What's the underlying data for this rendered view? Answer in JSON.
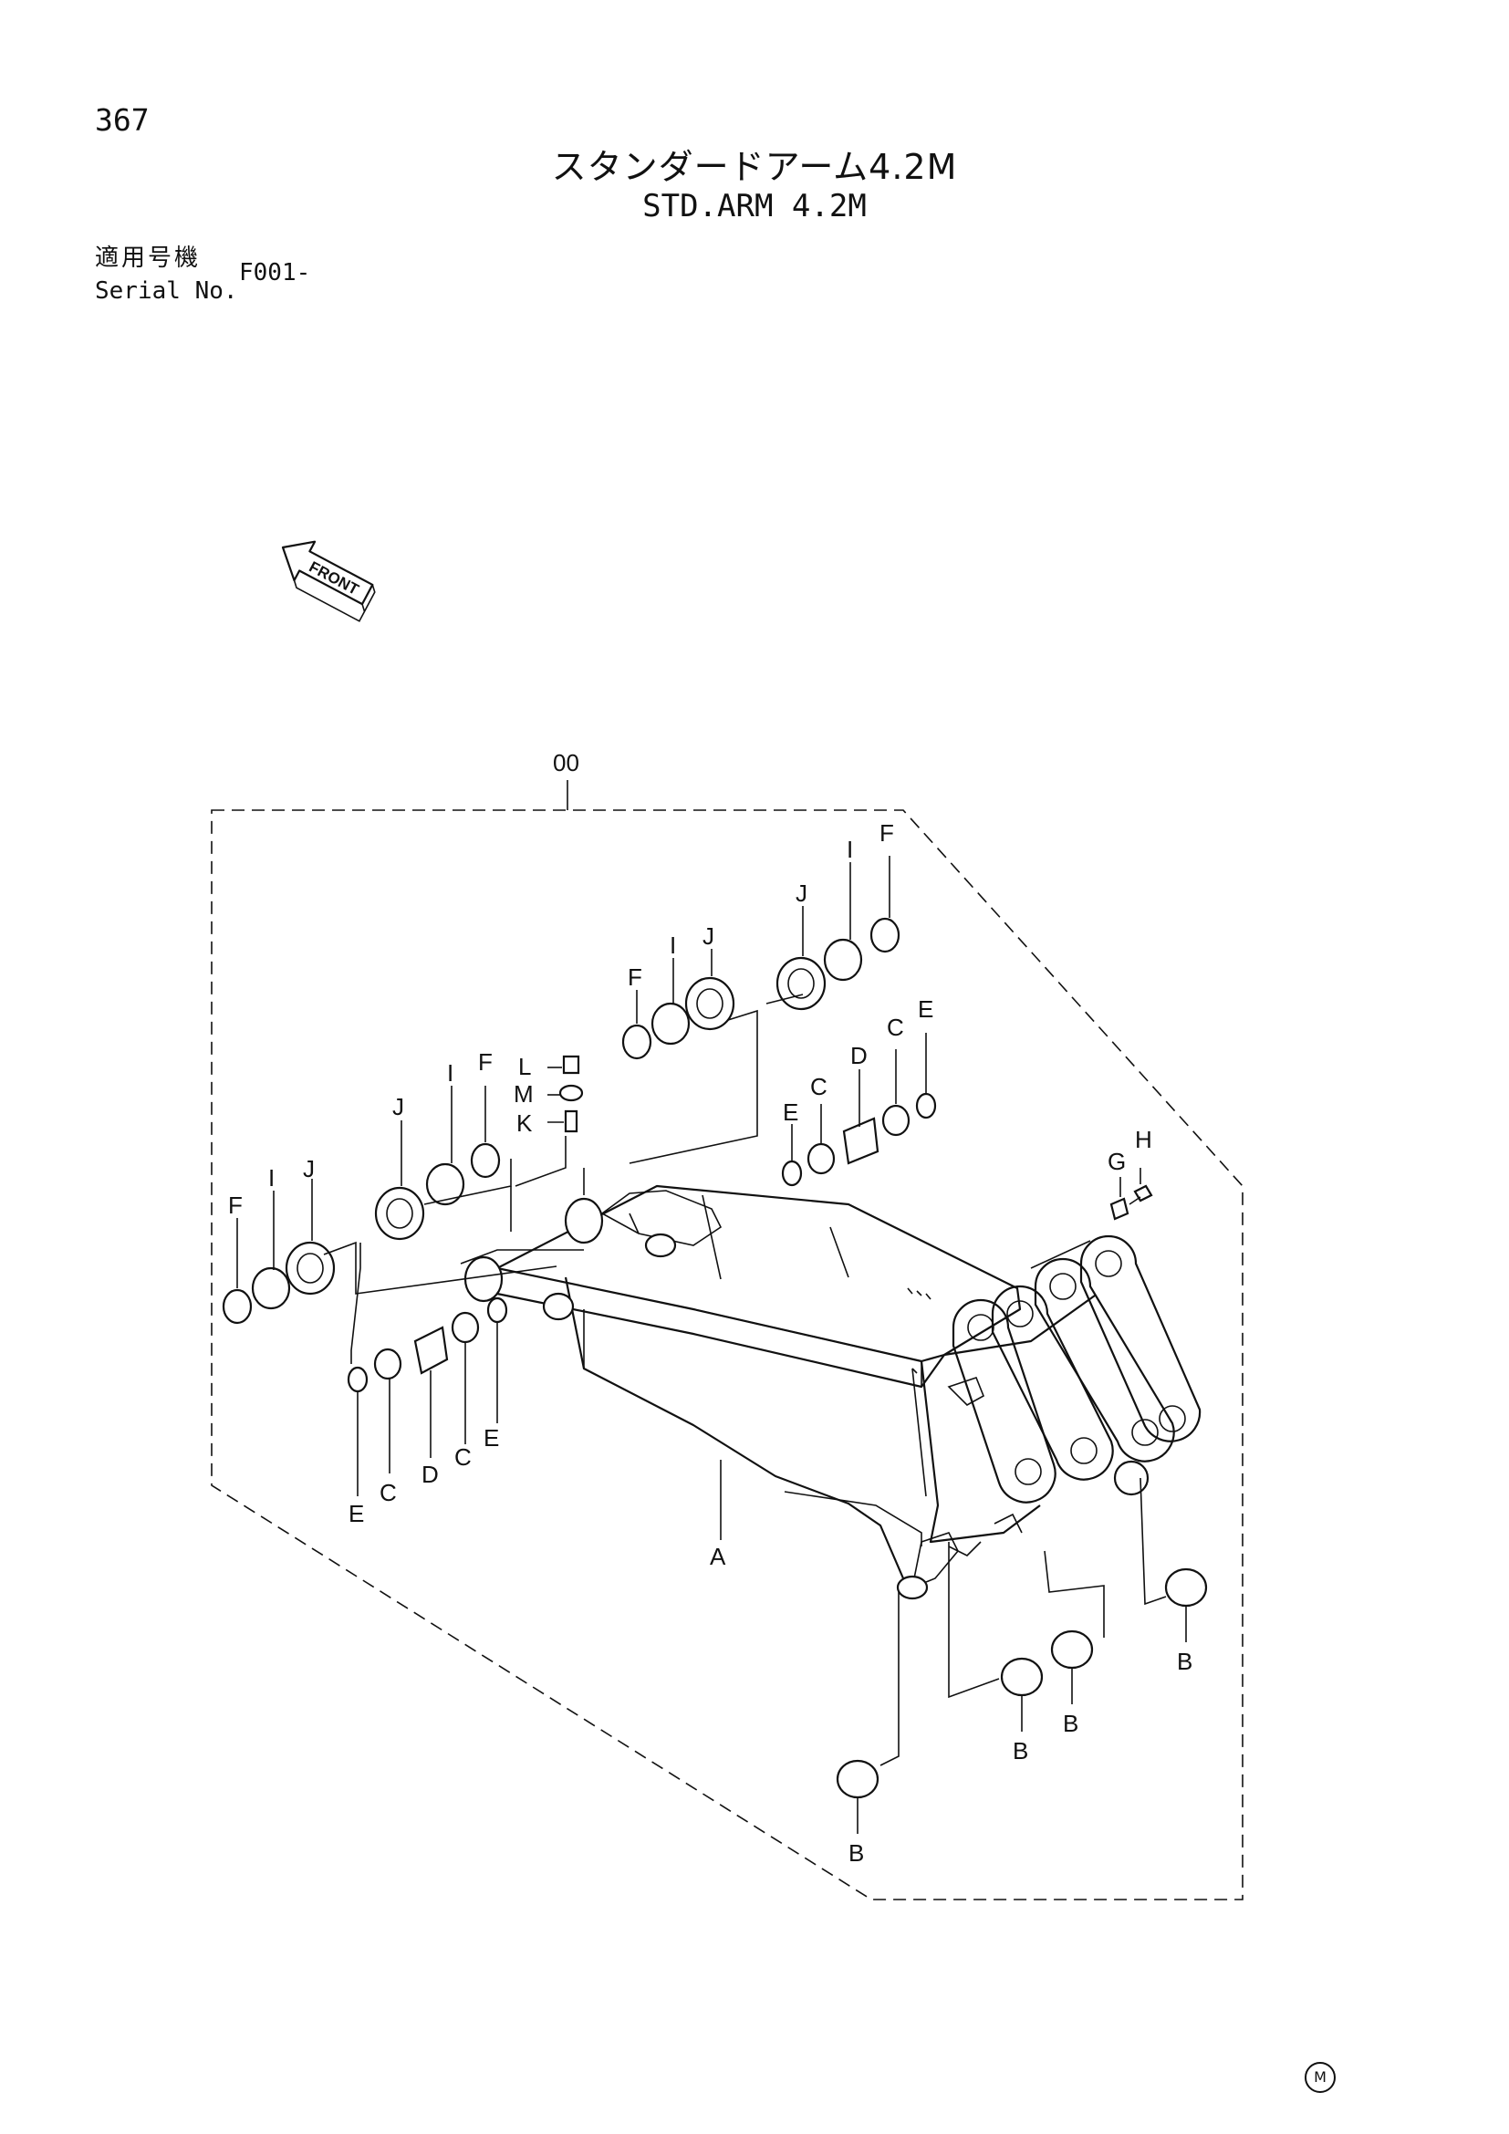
{
  "header": {
    "page_number": "367",
    "title_ja": "スタンダードアーム4.2M",
    "title_en": "STD.ARM 4.2M",
    "serial_label_ja": "適用号機",
    "serial_label_en": "Serial No.",
    "serial_value": "F001-"
  },
  "front_arrow_label": "FRONT",
  "assembly_label": "00",
  "part_labels": {
    "A": "A",
    "B": "B",
    "C": "C",
    "D": "D",
    "E": "E",
    "F": "F",
    "G": "G",
    "H": "H",
    "I": "I",
    "J": "J",
    "K": "K",
    "L": "L",
    "M": "M"
  },
  "footer_mark": "M"
}
